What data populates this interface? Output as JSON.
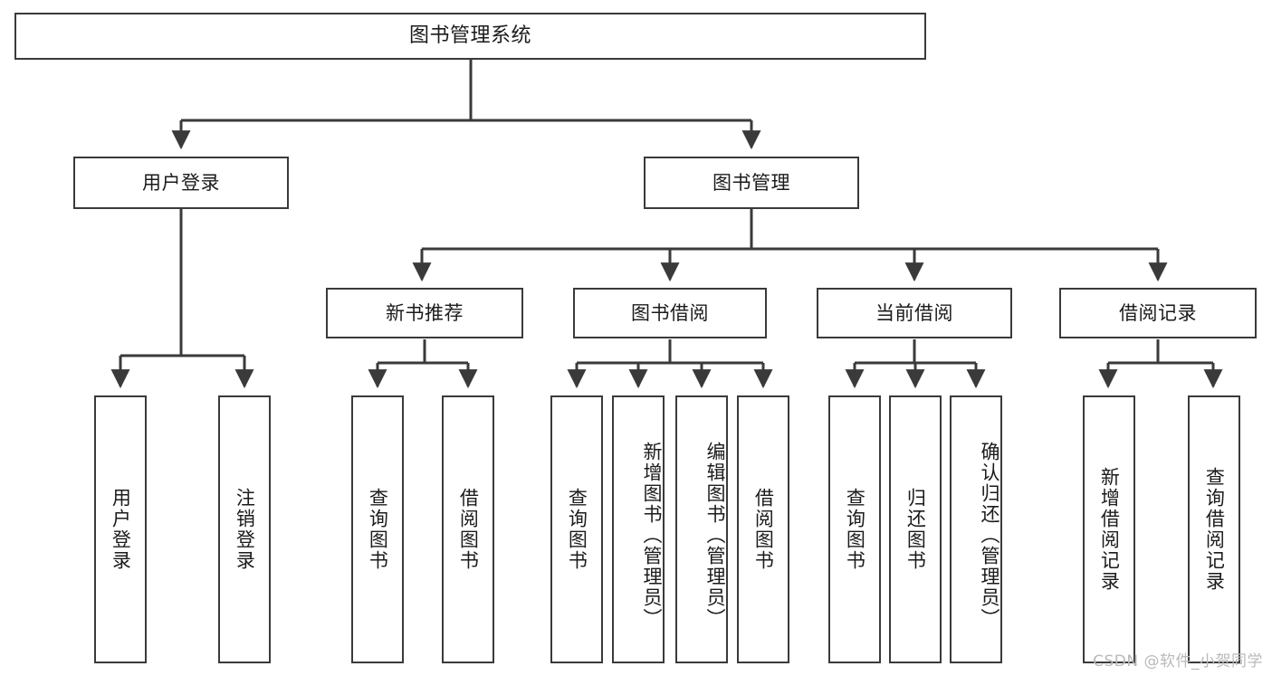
{
  "diagram": {
    "title": "图书管理系统",
    "watermark": "CSDN @软件_小贺同学",
    "line_color": "#3a3a3a",
    "box_fill": "#ffffff",
    "text_color": "#1b1b1b",
    "watermark_color": "#b9b9b9",
    "nodes": {
      "root": "图书管理系统",
      "level2": {
        "user_login": "用户登录",
        "book_management": "图书管理"
      },
      "level3": {
        "new_book_recommend": "新书推荐",
        "book_borrow": "图书借阅",
        "current_borrow": "当前借阅",
        "borrow_record": "借阅记录"
      },
      "leaves": {
        "user_login_1": "用户登录",
        "user_login_2": "注销登录",
        "new_book_1": "查询图书",
        "new_book_2": "借阅图书",
        "book_borrow_1": "查询图书",
        "book_borrow_2": "新增图书（管理员）",
        "book_borrow_3": "编辑图书（管理员）",
        "book_borrow_4": "借阅图书",
        "current_borrow_1": "查询图书",
        "current_borrow_2": "归还图书",
        "current_borrow_3": "确认归还（管理员）",
        "borrow_record_1": "新增借阅记录",
        "borrow_record_2": "查询借阅记录"
      }
    }
  }
}
